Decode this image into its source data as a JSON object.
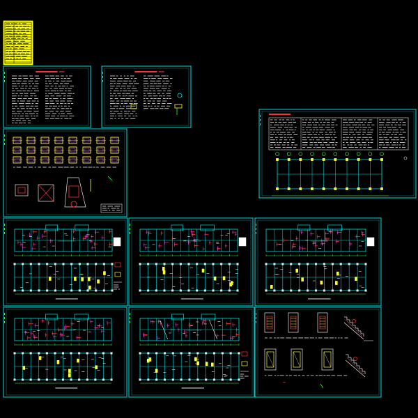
{
  "colors": {
    "background": "#000000",
    "frame": "#00c8c8",
    "frame_inner": "#1a8f8f",
    "title_block": "#ffff00",
    "line_white": "#e8e8e8",
    "line_cyan": "#00e0e0",
    "line_yellow": "#ffff30",
    "line_red": "#ff3030",
    "line_green": "#30ff30",
    "line_magenta": "#ff40ff",
    "line_blue": "#3070ff"
  },
  "sheets": [
    {
      "id": "cover",
      "kind": "title-block"
    },
    {
      "id": "notes-1",
      "kind": "design-notes"
    },
    {
      "id": "notes-2",
      "kind": "design-notes"
    },
    {
      "id": "foundation-details",
      "kind": "foundation-details"
    },
    {
      "id": "column-schedule",
      "kind": "schedule-and-plan"
    },
    {
      "id": "floor-plan-1",
      "kind": "floor-plans"
    },
    {
      "id": "floor-plan-2",
      "kind": "floor-plans"
    },
    {
      "id": "floor-plan-3",
      "kind": "floor-plans"
    },
    {
      "id": "floor-plan-4",
      "kind": "floor-plans"
    },
    {
      "id": "roof-plan",
      "kind": "floor-plans"
    },
    {
      "id": "stair-details",
      "kind": "stair-details"
    }
  ]
}
